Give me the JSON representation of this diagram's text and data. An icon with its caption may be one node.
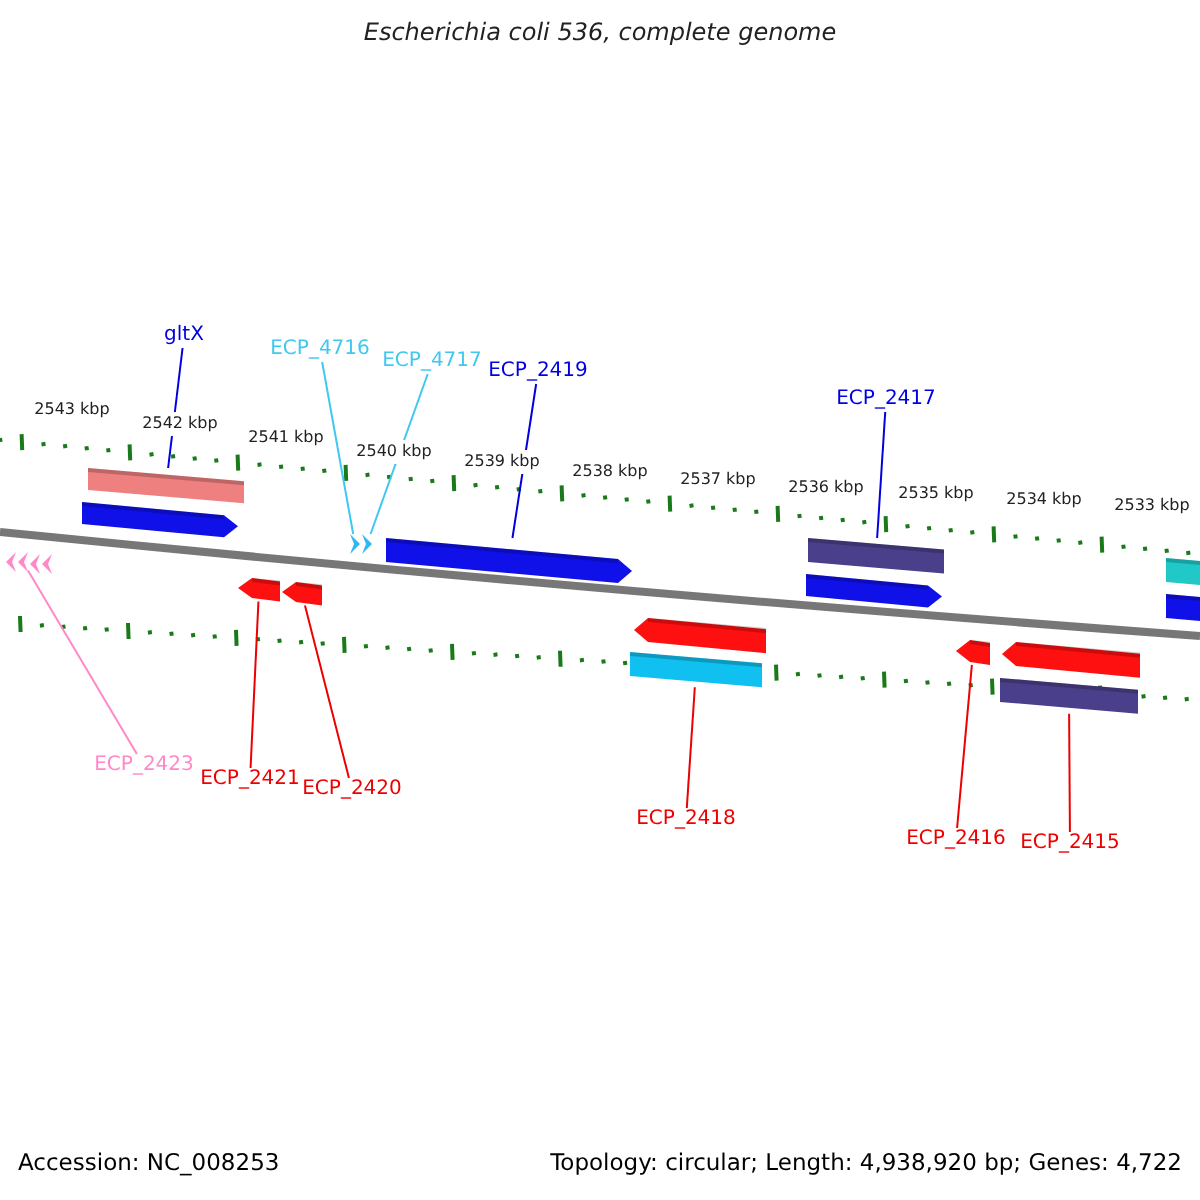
{
  "diagram": {
    "title": "Escherichia coli 536, complete genome",
    "nodes": [
      {
        "text": [
          "gltX"
        ]
      },
      {
        "text": [
          "ECP_4716"
        ]
      },
      {
        "text": [
          "ECP_4717"
        ]
      },
      {
        "text": [
          "ECP_2419"
        ]
      },
      {
        "text": [
          "ECP_2417"
        ]
      },
      {
        "text": [
          "ECP_2423"
        ]
      },
      {
        "text": [
          "ECP_2421"
        ]
      },
      {
        "text": [
          "ECP_2420"
        ]
      },
      {
        "text": [
          "ECP_2418"
        ]
      },
      {
        "text": [
          "ECP_2416"
        ]
      },
      {
        "text": [
          "ECP_2415"
        ]
      },
      {
        "text": [],
        "shape": "arrow"
      },
      {
        "text": [],
        "shape": "arrow"
      },
      {
        "text": [],
        "shape": "arrow"
      },
      {
        "text": [],
        "shape": "arrow"
      },
      {
        "text": [],
        "shape": "arrow"
      },
      {
        "text": [],
        "shape": "bar"
      },
      {
        "text": [],
        "shape": "arrow"
      },
      {
        "text": [],
        "shape": "arrow"
      },
      {
        "text": [],
        "shape": "arrow"
      },
      {
        "text": [],
        "shape": "arrow"
      },
      {
        "text": [],
        "shape": "arrow"
      },
      {
        "text": [],
        "shape": "bar"
      },
      {
        "text": [],
        "shape": "arrow"
      },
      {
        "text": [],
        "shape": "arrow"
      },
      {
        "text": [],
        "shape": "bar"
      },
      {
        "text": [],
        "shape": "arrow"
      },
      {
        "text": [],
        "shape": "bar"
      },
      {
        "text": [],
        "shape": "arrow"
      },
      {
        "text": [],
        "shape": "bar"
      },
      {
        "text": [],
        "shape": "bar"
      }
    ],
    "edges": [
      {
        "from": 0,
        "to": 16,
        "arrow": "none",
        "color": "#0000e0"
      },
      {
        "from": 1,
        "to": 19,
        "arrow": "none",
        "color": "#40c8f0"
      },
      {
        "from": 2,
        "to": 20,
        "arrow": "none",
        "color": "#40c8f0"
      },
      {
        "from": 3,
        "to": 21,
        "arrow": "none",
        "color": "#0000e0"
      },
      {
        "from": 4,
        "to": 25,
        "arrow": "none",
        "color": "#0000e0"
      },
      {
        "from": 5,
        "to": 12,
        "arrow": "none",
        "color": "#ff88c8"
      },
      {
        "from": 6,
        "to": 17,
        "arrow": "none"
      },
      {
        "from": 7,
        "to": 18,
        "arrow": "none"
      },
      {
        "from": 8,
        "to": 22,
        "arrow": "none"
      },
      {
        "from": 9,
        "to": 26,
        "arrow": "none"
      },
      {
        "from": 10,
        "to": 27,
        "arrow": "none"
      }
    ],
    "labels": [
      "2543 kbp",
      "2542 kbp",
      "2541 kbp",
      "2540 kbp",
      "2539 kbp",
      "2538 kbp",
      "2537 kbp",
      "2536 kbp",
      "2535 kbp",
      "2534 kbp",
      "2533 kbp",
      "Accession: NC_008253",
      "Topology: circular; Length: 4,938,920 bp; Genes: 4,722"
    ]
  }
}
